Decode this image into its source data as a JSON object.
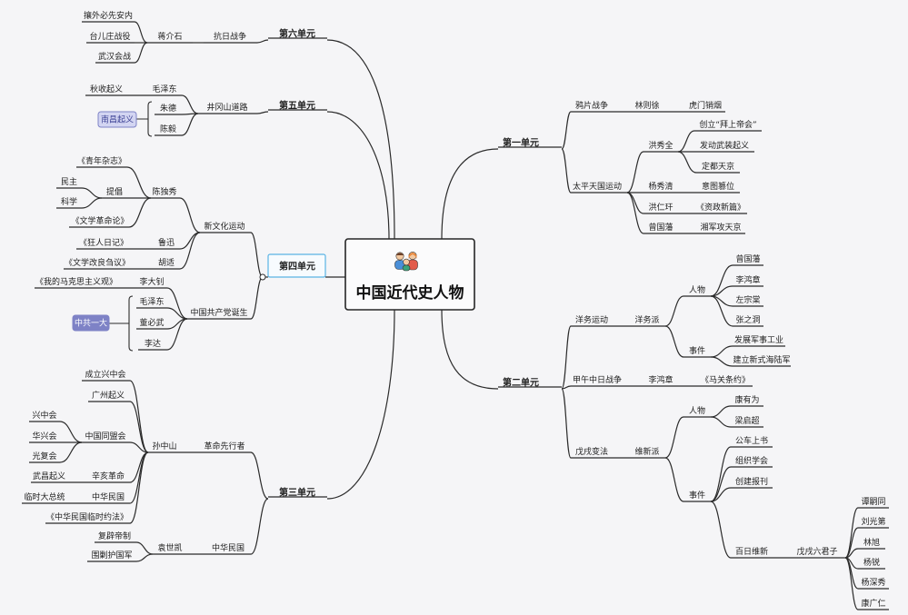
{
  "central_topic": {
    "label": "中国近代史人物",
    "icon": "people-group-icon"
  },
  "left_branches": [
    {
      "label": "第六单元",
      "children": [
        {
          "label": "抗日战争",
          "children": [
            {
              "label": "蒋介石",
              "children": [
                {
                  "label": "攘外必先安内"
                },
                {
                  "label": "台儿庄战役"
                },
                {
                  "label": "武汉会战"
                }
              ]
            }
          ]
        }
      ]
    },
    {
      "label": "第五单元",
      "children": [
        {
          "label": "井冈山道路",
          "children": [
            {
              "label": "毛泽东",
              "children": [
                {
                  "label": "秋收起义"
                }
              ]
            },
            {
              "label": "朱德"
            },
            {
              "label": "陈毅"
            }
          ]
        }
      ]
    },
    {
      "label": "第四单元",
      "children": [
        {
          "label": "新文化运动",
          "children": [
            {
              "label": "陈独秀",
              "children": [
                {
                  "label": "《青年杂志》"
                },
                {
                  "label": "提倡",
                  "children": [
                    {
                      "label": "民主"
                    },
                    {
                      "label": "科学"
                    }
                  ]
                },
                {
                  "label": "《文学革命论》"
                }
              ]
            },
            {
              "label": "鲁迅",
              "children": [
                {
                  "label": "《狂人日记》"
                }
              ]
            },
            {
              "label": "胡适",
              "children": [
                {
                  "label": "《文学改良刍议》"
                }
              ]
            }
          ]
        },
        {
          "label": "中国共产党诞生",
          "children": [
            {
              "label": "李大钊",
              "children": [
                {
                  "label": "《我的马克思主义观》"
                }
              ]
            },
            {
              "label": "毛泽东"
            },
            {
              "label": "董必武"
            },
            {
              "label": "李达"
            }
          ]
        }
      ]
    },
    {
      "label": "第三单元",
      "children": [
        {
          "label": "革命先行者",
          "children": [
            {
              "label": "孙中山",
              "children": [
                {
                  "label": "成立兴中会"
                },
                {
                  "label": "广州起义"
                },
                {
                  "label": "中国同盟会",
                  "children": [
                    {
                      "label": "兴中会"
                    },
                    {
                      "label": "华兴会"
                    },
                    {
                      "label": "光复会"
                    }
                  ]
                },
                {
                  "label": "辛亥革命",
                  "children": [
                    {
                      "label": "武昌起义"
                    }
                  ]
                },
                {
                  "label": "中华民国",
                  "children": [
                    {
                      "label": "临时大总统"
                    }
                  ]
                },
                {
                  "label": "《中华民国临时约法》"
                }
              ]
            }
          ]
        },
        {
          "label": "中华民国",
          "children": [
            {
              "label": "袁世凯",
              "children": [
                {
                  "label": "复辟帝制"
                },
                {
                  "label": "围剿护国军"
                }
              ]
            }
          ]
        }
      ]
    }
  ],
  "right_branches": [
    {
      "label": "第一单元",
      "children": [
        {
          "label": "鸦片战争",
          "children": [
            {
              "label": "林则徐",
              "children": [
                {
                  "label": "虎门销烟"
                }
              ]
            }
          ]
        },
        {
          "label": "太平天国运动",
          "children": [
            {
              "label": "洪秀全",
              "children": [
                {
                  "label": "创立“拜上帝会”"
                },
                {
                  "label": "发动武装起义"
                },
                {
                  "label": "定都天京"
                }
              ]
            },
            {
              "label": "杨秀清",
              "children": [
                {
                  "label": "意图篡位"
                }
              ]
            },
            {
              "label": "洪仁玕",
              "children": [
                {
                  "label": "《资政新篇》"
                }
              ]
            },
            {
              "label": "曾国藩",
              "children": [
                {
                  "label": "湘军攻天京"
                }
              ]
            }
          ]
        }
      ]
    },
    {
      "label": "第二单元",
      "children": [
        {
          "label": "洋务运动",
          "children": [
            {
              "label": "洋务派",
              "children": [
                {
                  "label": "人物",
                  "children": [
                    {
                      "label": "曾国藩"
                    },
                    {
                      "label": "李鸿章"
                    },
                    {
                      "label": "左宗棠"
                    },
                    {
                      "label": "张之洞"
                    }
                  ]
                },
                {
                  "label": "事件",
                  "children": [
                    {
                      "label": "发展军事工业"
                    },
                    {
                      "label": "建立新式海陆军"
                    }
                  ]
                }
              ]
            }
          ]
        },
        {
          "label": "甲午中日战争",
          "children": [
            {
              "label": "李鸿章",
              "children": [
                {
                  "label": "《马关条约》"
                }
              ]
            }
          ]
        },
        {
          "label": "戊戌变法",
          "children": [
            {
              "label": "维新派",
              "children": [
                {
                  "label": "人物",
                  "children": [
                    {
                      "label": "康有为"
                    },
                    {
                      "label": "梁启超"
                    }
                  ]
                },
                {
                  "label": "事件",
                  "children": [
                    {
                      "label": "公车上书"
                    },
                    {
                      "label": "组织学会"
                    },
                    {
                      "label": "创建报刊"
                    },
                    {
                      "label": "百日维新",
                      "children": [
                        {
                          "label": "戊戌六君子",
                          "children": [
                            {
                              "label": "谭嗣同"
                            },
                            {
                              "label": "刘光第"
                            },
                            {
                              "label": "林旭"
                            },
                            {
                              "label": "杨锐"
                            },
                            {
                              "label": "杨深秀"
                            },
                            {
                              "label": "康广仁"
                            }
                          ]
                        }
                      ]
                    }
                  ]
                }
              ]
            }
          ]
        }
      ]
    }
  ],
  "summaries": [
    {
      "label": "南昌起义"
    },
    {
      "label": "中共一大"
    }
  ],
  "colors": {
    "background": "#f5f5f7",
    "line": "#2b2b2b",
    "text": "#1e1e1e",
    "central_border": "#262626",
    "unit_box_border": "#5ab3e4",
    "summary_fill": "#7e82c6",
    "summary_light_fill": "#d3d5f2",
    "summary_light_text": "#3f4496",
    "summary_text": "#ffffff"
  }
}
